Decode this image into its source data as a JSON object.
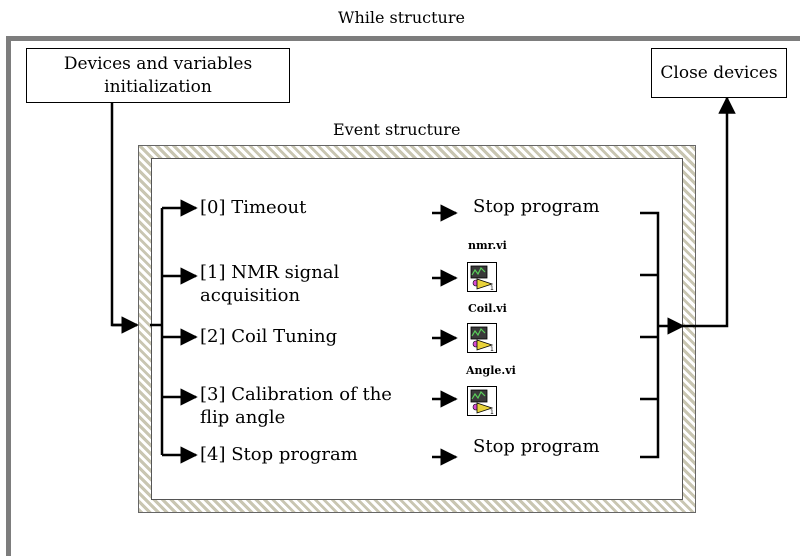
{
  "while_structure": {
    "title": "While structure"
  },
  "init_box": {
    "line1": "Devices and variables",
    "line2": "initialization"
  },
  "close_box": {
    "label": "Close devices"
  },
  "event_structure": {
    "title": "Event structure"
  },
  "cases": [
    {
      "label_line1": "[0] Timeout",
      "label_line2": "",
      "action_type": "text",
      "action_text": "Stop program"
    },
    {
      "label_line1": "[1] NMR signal",
      "label_line2": "acquisition",
      "action_type": "vi",
      "vi_name": "nmr.vi",
      "vi_icon": "labview-vi-icon"
    },
    {
      "label_line1": "[2] Coil Tuning",
      "label_line2": "",
      "action_type": "vi",
      "vi_name": "Coil.vi",
      "vi_icon": "labview-vi-icon"
    },
    {
      "label_line1": "[3] Calibration of the",
      "label_line2": "flip angle",
      "action_type": "vi",
      "vi_name": "Angle.vi",
      "vi_icon": "labview-vi-icon"
    },
    {
      "label_line1": "[4] Stop program",
      "label_line2": "",
      "action_type": "text",
      "action_text": "Stop program"
    }
  ],
  "colors": {
    "while_frame": "#7d7d7d",
    "hatch": "#c9c6b2",
    "line": "#000000"
  }
}
